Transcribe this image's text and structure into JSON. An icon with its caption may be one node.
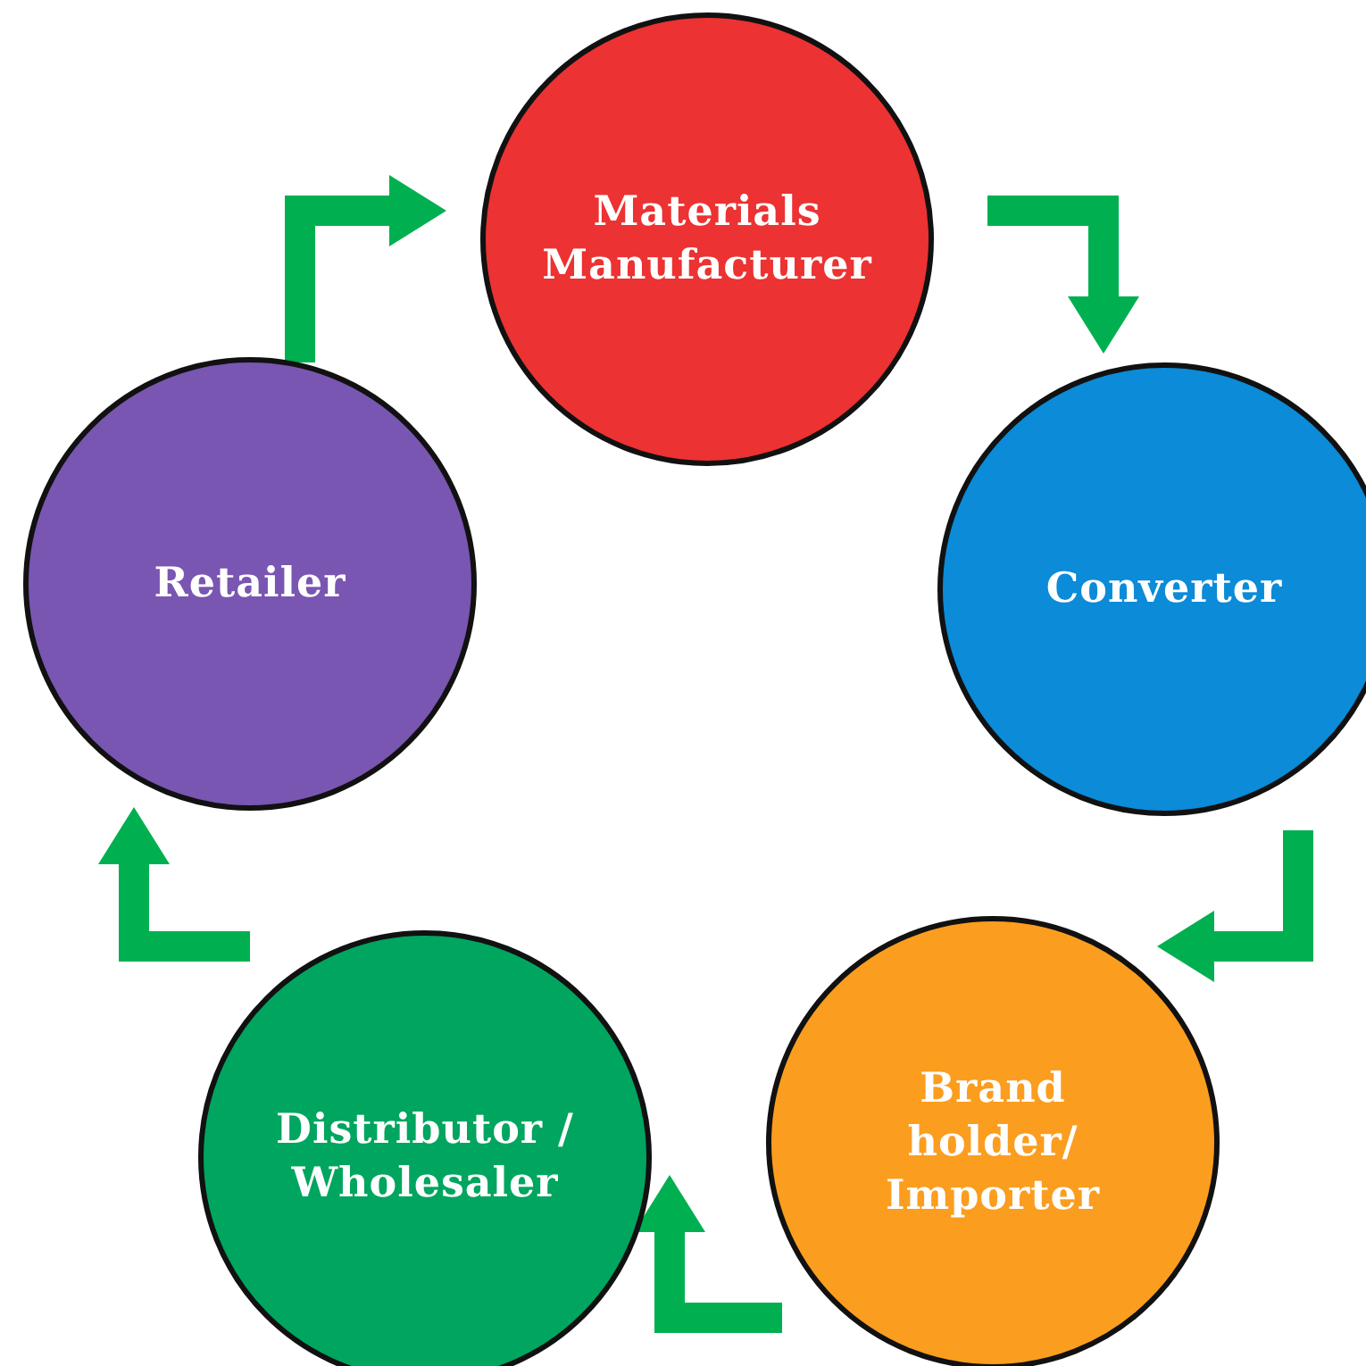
{
  "diagram": {
    "nodes": [
      {
        "text": [
          "Materials Manufacturer"
        ]
      },
      {
        "text": [
          "Converter"
        ]
      },
      {
        "text": [
          "Brand holder/ Importer"
        ]
      },
      {
        "text": [
          "Distributor / Wholesaler"
        ]
      },
      {
        "text": [
          "Retailer"
        ]
      }
    ],
    "edges": [
      {
        "from": 0,
        "to": 1,
        "arrow": "to"
      },
      {
        "from": 1,
        "to": 2,
        "arrow": "to"
      },
      {
        "from": 2,
        "to": 3,
        "arrow": "to"
      },
      {
        "from": 3,
        "to": 4,
        "arrow": "to"
      },
      {
        "from": 4,
        "to": 0,
        "arrow": "to"
      }
    ]
  }
}
